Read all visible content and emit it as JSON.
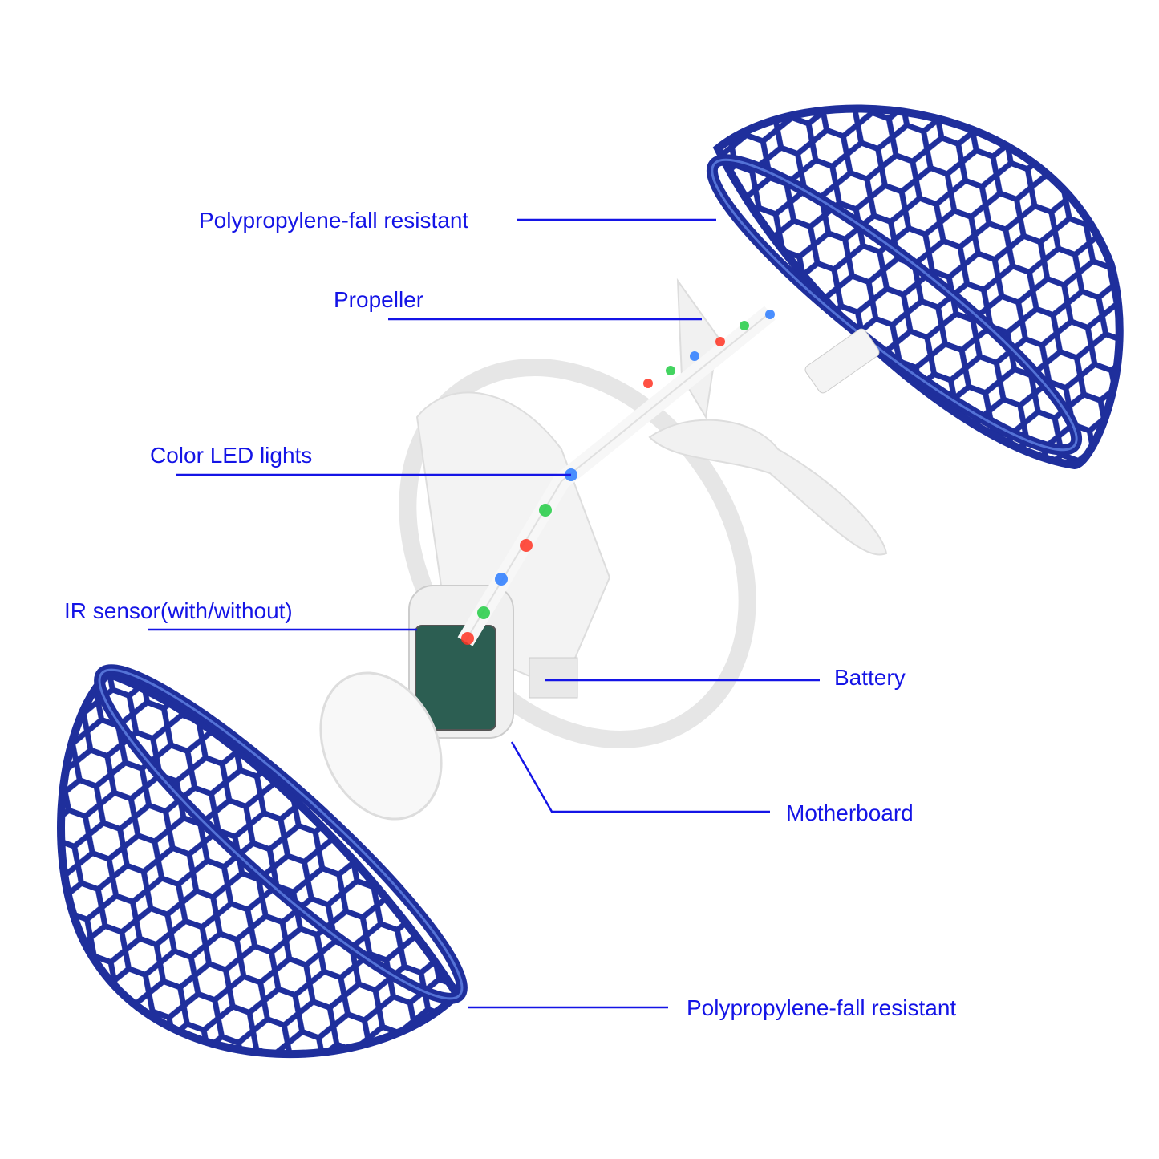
{
  "colors": {
    "label": "#1414e6",
    "cage": "#1f2f9c",
    "cage_highlight": "#5a7de0",
    "body": "#f2f2f2"
  },
  "labels": {
    "cage_top": "Polypropylene-fall resistant",
    "propeller": "Propeller",
    "led": "Color LED lights",
    "ir_sensor": "IR sensor(with/without)",
    "battery": "Battery",
    "motherboard": "Motherboard",
    "cage_bottom": "Polypropylene-fall resistant"
  },
  "led_colors": [
    "#2a7bff",
    "#22cc44",
    "#ff3322",
    "#2a7bff",
    "#22cc44",
    "#ff3322"
  ]
}
